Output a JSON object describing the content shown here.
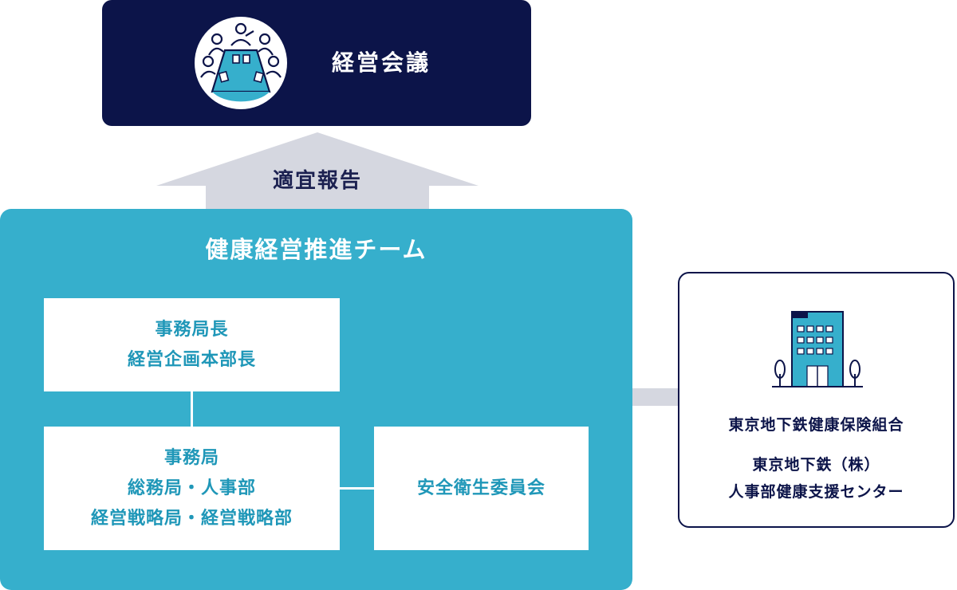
{
  "colors": {
    "navy": "#0c1449",
    "teal": "#36afcc",
    "teal_text": "#1f97b8",
    "arrow_gray": "#d5d7e0"
  },
  "top_box": {
    "title": "経営会議",
    "icon": "meeting-table-icon"
  },
  "arrow": {
    "label": "適宜報告"
  },
  "team": {
    "title": "健康経営推進チーム",
    "director_box": {
      "lines": [
        "事務局長",
        "経営企画本部長"
      ]
    },
    "secretariat_box": {
      "lines": [
        "事務局",
        "総務局・人事部",
        "経営戦略局・経営戦略部"
      ]
    },
    "safety_box": {
      "label": "安全衛生委員会"
    }
  },
  "partner": {
    "icon": "office-building-icon",
    "union": "東京地下鉄健康保険組合",
    "company": "東京地下鉄（株）",
    "center": "人事部健康支援センター"
  }
}
